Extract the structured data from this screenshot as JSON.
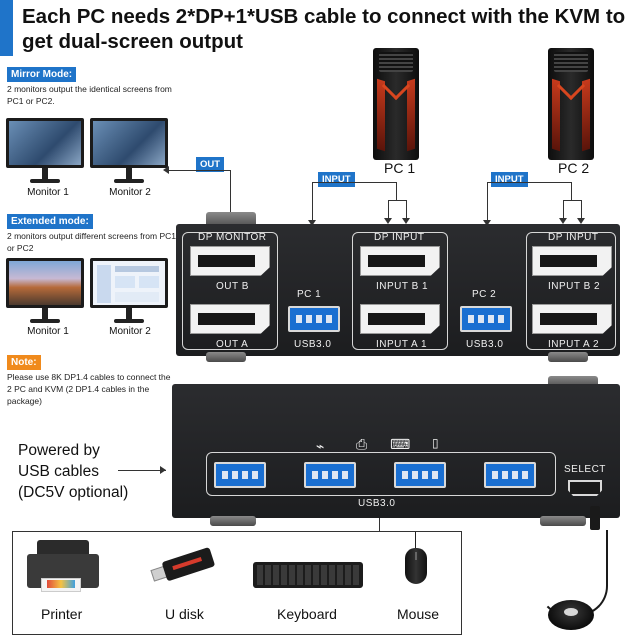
{
  "header": {
    "title": "Each PC needs 2*DP+1*USB cable to connect with the KVM to get dual-screen output"
  },
  "mirror": {
    "tag": "Mirror Mode:",
    "desc": "2 monitors output the identical screens from PC1 or PC2.",
    "monitor1": "Monitor 1",
    "monitor2": "Monitor 2",
    "out_pill": "OUT"
  },
  "extended": {
    "tag": "Extended mode:",
    "desc": "2 monitors output different screens from PC1 or PC2",
    "monitor1": "Monitor 1",
    "monitor2": "Monitor 2"
  },
  "note": {
    "tag": "Note:",
    "desc": "Please use 8K DP1.4 cables to connect the 2 PC and KVM (2 DP1.4 cables in the package)"
  },
  "pcs": {
    "pc1": "PC 1",
    "pc2": "PC 2",
    "input_pill": "INPUT"
  },
  "kvm_back": {
    "dp_monitor": "DP MONITOR",
    "out_b": "OUT B",
    "out_a": "OUT A",
    "pc1": "PC 1",
    "pc2": "PC 2",
    "dp_input_1": "DP INPUT",
    "dp_input_2": "DP INPUT",
    "input_b1": "INPUT B 1",
    "input_a1": "INPUT A 1",
    "input_b2": "INPUT B 2",
    "input_a2": "INPUT A 2",
    "usb_1": "USB3.0",
    "usb_2": "USB3.0"
  },
  "kvm_front": {
    "usb": "USB3.0",
    "select": "SELECT"
  },
  "power": {
    "text_line1": "Powered by",
    "text_line2": "USB cables",
    "text_line3": "(DC5V optional)"
  },
  "peripherals": {
    "printer": "Printer",
    "udisk": "U disk",
    "keyboard": "Keyboard",
    "mouse": "Mouse"
  },
  "colors": {
    "accent": "#1f74c9",
    "note": "#f08a1c",
    "kvm_body": "#222326",
    "usb_port": "#1a6fd1"
  }
}
